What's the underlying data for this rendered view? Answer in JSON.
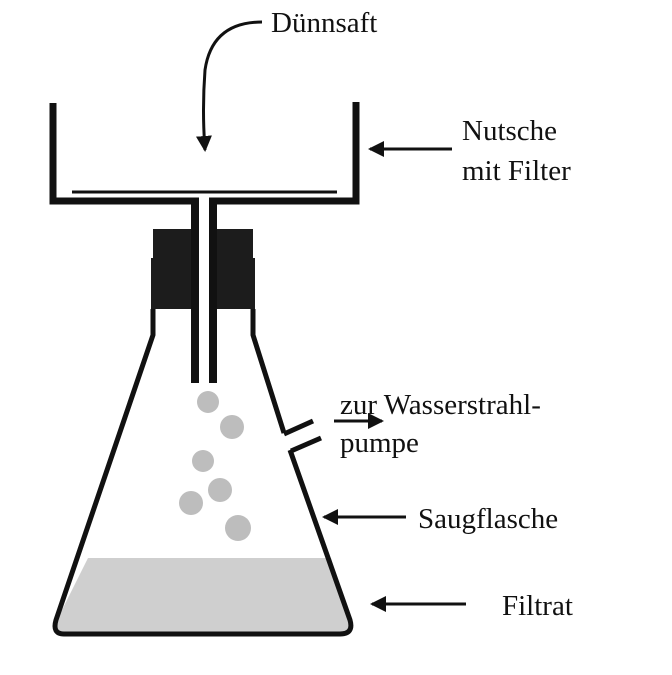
{
  "labels": {
    "duennsaft": "Dünnsaft",
    "nutsche_line1": "Nutsche",
    "nutsche_line2": "mit Filter",
    "pumpe_line1": "zur Wasserstrahl-",
    "pumpe_line2": "pumpe",
    "saugflasche": "Saugflasche",
    "filtrat": "Filtrat"
  },
  "colors": {
    "line": "#111111",
    "stopper": "#1c1c1c",
    "liquid": "#cfcfcf",
    "bubble": "#bdbdbd"
  }
}
